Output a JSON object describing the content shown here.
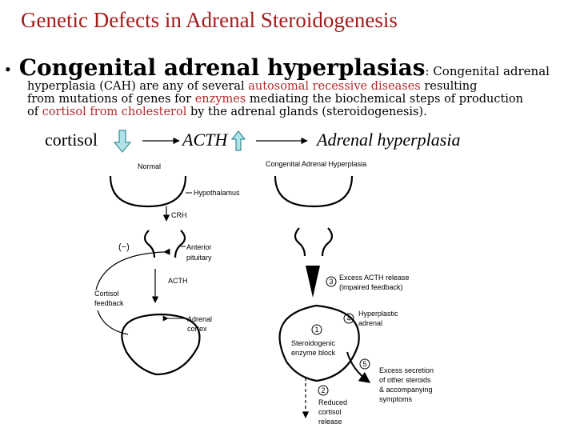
{
  "title": "Genetic Defects in Adrenal Steroidogenesis",
  "bullet": {
    "heading": "Congenital adrenal hyperplasias",
    "lead": ": Congenital adrenal",
    "lines": [
      [
        {
          "text": "hyperplasia (CAH) are any of several ",
          "hl": false
        },
        {
          "text": "autosomal recessive diseases",
          "hl": true
        },
        {
          "text": " resulting",
          "hl": false
        }
      ],
      [
        {
          "text": "from mutations of genes for ",
          "hl": false
        },
        {
          "text": "enzymes",
          "hl": true
        },
        {
          "text": " mediating the biochemical steps of production",
          "hl": false
        }
      ],
      [
        {
          "text": "of ",
          "hl": false
        },
        {
          "text": "cortisol",
          "hl": true
        },
        {
          "text": " ",
          "hl": false
        },
        {
          "text": "from cholesterol",
          "hl": true
        },
        {
          "text": " by the adrenal glands (steroidogenesis).",
          "hl": false
        }
      ]
    ]
  },
  "flow": {
    "cortisol": "cortisol",
    "acth": "ACTH",
    "result": "Adrenal hyperplasia"
  },
  "normal_panel": {
    "title": "Normal",
    "hypothalamus": "Hypothalamus",
    "crh": "CRH",
    "minus": "(−)",
    "anterior_pituitary": [
      "Anterior",
      "pituitary"
    ],
    "cortisol_feedback": [
      "Cortisol",
      "feedback"
    ],
    "acth": "ACTH",
    "adrenal_cortex": [
      "Adrenal",
      "cortex"
    ]
  },
  "cah_panel": {
    "title": "Congenital Adrenal Hyperplasia",
    "step3_number": "3",
    "step3": [
      "Excess ACTH release",
      "(impaired feedback)"
    ],
    "step4_number": "4",
    "step4": [
      "Hyperplastic",
      "adrenal"
    ],
    "step1_number": "1",
    "step1": [
      "Steroidogenic",
      "enzyme block"
    ],
    "step5_number": "5",
    "step5": [
      "Excess secretion",
      "of other steroids",
      "& accompanying",
      "symptoms"
    ],
    "step2_number": "2",
    "step2": [
      "Reduced",
      "cortisol",
      "release"
    ]
  },
  "colors": {
    "title": "#a31c1c",
    "highlight": "#b02a2a",
    "arrow_fill": "#aee4e8",
    "arrow_stroke": "#3a8a96"
  }
}
